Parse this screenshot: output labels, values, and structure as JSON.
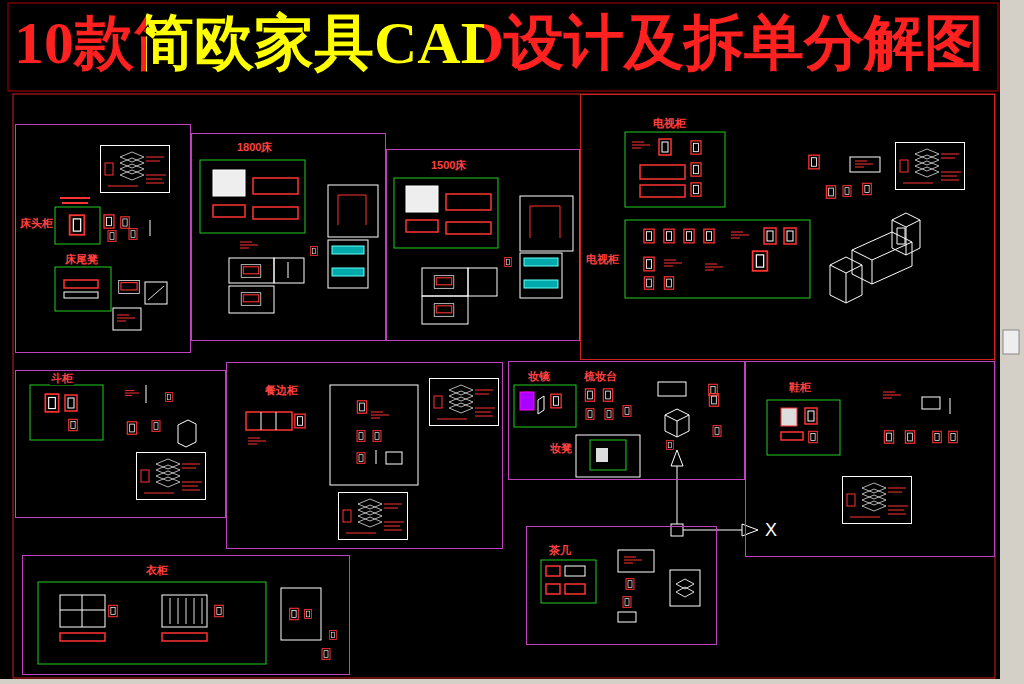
{
  "diagram": {
    "title": "10款简欧家具CAD设计及拆单分解图",
    "nodes": [
      {
        "text": [
          "床头柜",
          "床尾凳"
        ]
      },
      {
        "text": [
          "1800床"
        ]
      },
      {
        "text": [
          "1500床"
        ]
      },
      {
        "text": [
          "电视柜",
          "电视柜"
        ]
      },
      {
        "text": [
          "斗柜"
        ]
      },
      {
        "text": [
          "餐边柜"
        ]
      },
      {
        "text": [
          "妆镜",
          "梳妆台",
          "妆凳"
        ]
      },
      {
        "text": [
          "鞋柜"
        ]
      },
      {
        "text": [
          "茶几"
        ]
      },
      {
        "text": [
          "衣柜"
        ]
      }
    ],
    "labels": [
      "X"
    ]
  }
}
